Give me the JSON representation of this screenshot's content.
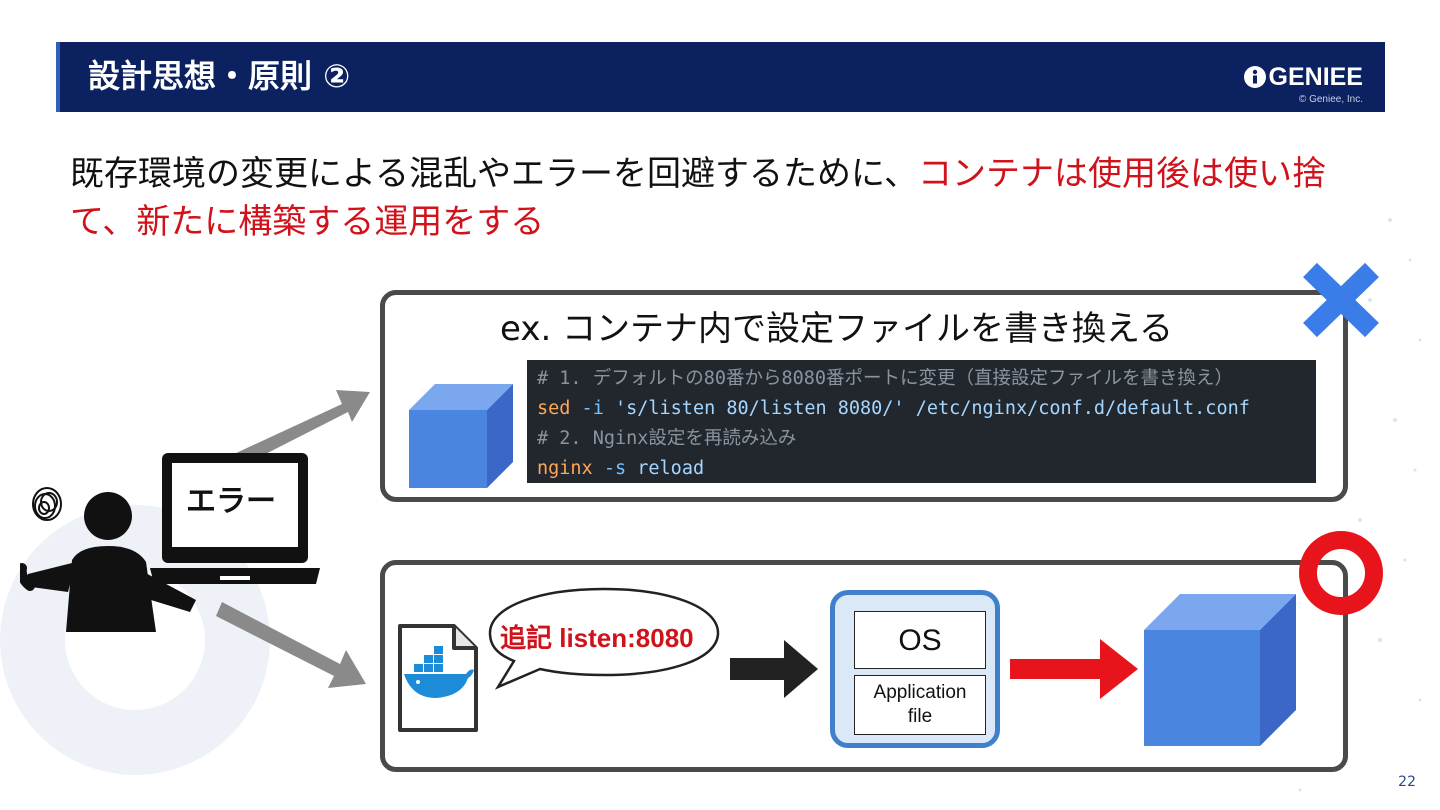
{
  "header": {
    "title": "設計思想・原則 ②",
    "logo_text": "GENIEE",
    "copyright": "© Geniee, Inc."
  },
  "lead": {
    "normal": "既存環境の変更による混乱やエラーを回避するために、",
    "highlight": "コンテナは使用後は使い捨て、新たに構築する運用をする"
  },
  "bad_example": {
    "title": "ex. コンテナ内で設定ファイルを書き換える",
    "code": {
      "line1_comment": "# 1. デフォルトの80番から8080番ポートに変更（直接設定ファイルを書き換え）",
      "line2_cmd": "sed",
      "line2_flag": " -i ",
      "line2_str": "'s/listen 80/listen 8080/'",
      "line2_path": " /etc/nginx/conf.d/default.conf",
      "line3_comment": "# 2. Nginx設定を再読み込み",
      "line4_cmd": "nginx",
      "line4_flag": " -s ",
      "line4_arg": "reload"
    }
  },
  "person": {
    "screen_label": "エラー"
  },
  "good_example": {
    "bubble": "追記 listen:8080",
    "os_label": "OS",
    "app_label_1": "Application",
    "app_label_2": "file"
  },
  "colors": {
    "header_bg": "#0b2160",
    "highlight_red": "#d0121b",
    "cross_blue": "#3a7de8",
    "circle_red": "#e8141c",
    "cube_blue": "#4a86e0"
  },
  "page_number": "22"
}
